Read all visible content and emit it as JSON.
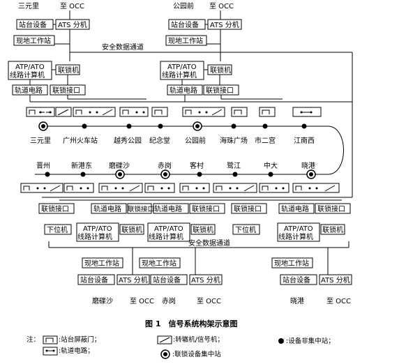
{
  "top_left": {
    "origin_label": "三元里",
    "occ_label": "至 OCC",
    "station_equipment": "站台设备",
    "ats_label": "ATS 分机",
    "local_workstation": "现地工作站",
    "atp_line1": "ATP/ATO",
    "atp_line2": "线路计算机",
    "interlock_computer": "联锁机",
    "track_circuit": "轨道电路",
    "interlock_interface": "联锁接口"
  },
  "top_right": {
    "origin_label": "公园前",
    "occ_label": "至 OCC",
    "station_equipment": "站台设备",
    "ats_label": "ATS 分机",
    "local_workstation": "现地工作站",
    "atp_line1": "ATP/ATO",
    "atp_line2": "线路计算机",
    "interlock_computer": "联锁机",
    "track_circuit": "轨道电路",
    "interlock_interface": "联锁接口"
  },
  "safety_channel_top": "安全数据通道",
  "safety_channel_bottom": "安全数据通道",
  "stations_top": [
    "三元里",
    "广州火车站",
    "越秀公园",
    "纪念堂",
    "公园前",
    "海珠广场",
    "市二宫",
    "江南西"
  ],
  "stations_bottom": [
    "晋州",
    "新港东",
    "磨碟沙",
    "赤岗",
    "客村",
    "鹭江",
    "中大",
    "晓港"
  ],
  "bottom_row1": {
    "interlock_interface_a": "联锁接口",
    "track_circuit_b": "轨道电路",
    "interlock_interface_b": "联锁接口",
    "track_circuit_c": "轨道电路",
    "interlock_interface_c": "联锁接口",
    "interlock_interface_d": "联锁接口",
    "track_circuit_e": "轨道电路",
    "interlock_interface_e": "联锁接口"
  },
  "bottom_row2": {
    "lower_a": "下位机",
    "atp_line1": "ATP/ATO",
    "atp_line2": "线路计算机",
    "interlock_b": "联锁机",
    "atp2_line1": "ATP/ATO",
    "atp2_line2": "线路计算机",
    "interlock_c": "联锁机",
    "lower_d": "下位机",
    "atp3_line1": "ATP/ATO",
    "atp3_line2": "线路计算机",
    "interlock_e": "联锁机"
  },
  "bottom_ws": {
    "a": "现地工作站",
    "b": "现地工作站",
    "c": "现地工作站"
  },
  "bottom_eq": {
    "s1": "站台设备",
    "ats1": "ATS 分机",
    "s2": "站台设备",
    "ats2": "ATS 分机",
    "s3": "站台设备",
    "ats3": "ATS 分机"
  },
  "bottom_labels": {
    "st1": "磨碟沙",
    "occ1": "至 OCC",
    "st2": "赤岗",
    "occ2": "至 OCC",
    "st3": "晓港",
    "occ3": "至 OCC"
  },
  "caption": "图 1　信号系统构架示意图",
  "legend": {
    "note": "注：",
    "psd": ":站台屏蔽门；",
    "track": ":轨道电路；",
    "switch": ":转辙机/信号机；",
    "centralized": ":联锁设备集中站",
    "noncentral": ":设备非集中站；"
  }
}
